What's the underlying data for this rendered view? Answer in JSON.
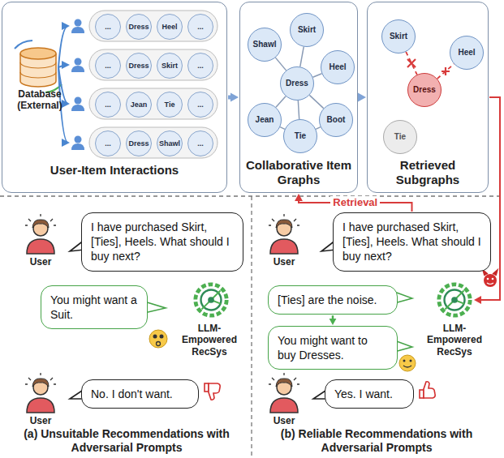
{
  "diagram": {
    "nodes": [
      {
        "text": [
          "User-Item Interactions"
        ]
      },
      {
        "text": [
          "Database (External)"
        ],
        "in": 0
      },
      {
        "text": [
          "..."
        ],
        "in": 0
      },
      {
        "text": [
          "Dress"
        ],
        "in": 0
      },
      {
        "text": [
          "Heel"
        ],
        "in": 0
      },
      {
        "text": [
          "..."
        ],
        "in": 0
      },
      {
        "text": [
          "..."
        ],
        "in": 0
      },
      {
        "text": [
          "Dress"
        ],
        "in": 0
      },
      {
        "text": [
          "Skirt"
        ],
        "in": 0
      },
      {
        "text": [
          "..."
        ],
        "in": 0
      },
      {
        "text": [
          "..."
        ],
        "in": 0
      },
      {
        "text": [
          "Jean"
        ],
        "in": 0
      },
      {
        "text": [
          "Tie"
        ],
        "in": 0
      },
      {
        "text": [
          "..."
        ],
        "in": 0
      },
      {
        "text": [
          "..."
        ],
        "in": 0
      },
      {
        "text": [
          "Dress"
        ],
        "in": 0
      },
      {
        "text": [
          "Shawl"
        ],
        "in": 0
      },
      {
        "text": [
          "..."
        ],
        "in": 0
      },
      {
        "text": [
          "Collaborative Item Graphs"
        ]
      },
      {
        "text": [
          "Shawl"
        ],
        "in": 18
      },
      {
        "text": [
          "Skirt"
        ],
        "in": 18
      },
      {
        "text": [
          "Heel"
        ],
        "in": 18
      },
      {
        "text": [
          "Dress"
        ],
        "in": 18
      },
      {
        "text": [
          "Jean"
        ],
        "in": 18
      },
      {
        "text": [
          "Tie"
        ],
        "in": 18
      },
      {
        "text": [
          "Boot"
        ],
        "in": 18
      },
      {
        "text": [
          "Retrieved Subgraphs"
        ]
      },
      {
        "text": [
          "Skirt"
        ],
        "in": 26
      },
      {
        "text": [
          "Heel"
        ],
        "in": 26
      },
      {
        "text": [
          "Dress"
        ],
        "in": 26
      },
      {
        "text": [
          "Tie"
        ],
        "in": 26
      },
      {
        "text": [
          "I have purchased Skirt, [Ties], Heels. What should I buy next?"
        ]
      },
      {
        "text": [
          "You might want a Suit."
        ]
      },
      {
        "text": [
          "No. I don't want."
        ]
      },
      {
        "text": [
          "I have purchased Skirt, [Ties], Heels. What should I buy next?"
        ]
      },
      {
        "text": [
          "[Ties] are the noise."
        ]
      },
      {
        "text": [
          "You might want to buy Dresses."
        ]
      },
      {
        "text": [
          "Yes. I want."
        ]
      }
    ],
    "edges": [
      {
        "from": 0,
        "to": 18,
        "arrow": "to"
      },
      {
        "from": 18,
        "to": 26,
        "arrow": "to"
      },
      {
        "from": 22,
        "to": 19,
        "arrow": "none"
      },
      {
        "from": 22,
        "to": 20,
        "arrow": "none"
      },
      {
        "from": 22,
        "to": 21,
        "arrow": "none"
      },
      {
        "from": 22,
        "to": 23,
        "arrow": "none"
      },
      {
        "from": 22,
        "to": 24,
        "arrow": "none"
      },
      {
        "from": 22,
        "to": 25,
        "arrow": "none"
      },
      {
        "from": 23,
        "to": 24,
        "arrow": "none"
      },
      {
        "from": 24,
        "to": 25,
        "arrow": "none"
      },
      {
        "from": 27,
        "to": 29,
        "arrow": "none"
      },
      {
        "from": 29,
        "to": 28,
        "arrow": "none"
      },
      {
        "from": 35,
        "to": 36,
        "arrow": "to"
      },
      {
        "from": 34,
        "to": 18,
        "arrow": "to",
        "label": "Retrieval"
      }
    ],
    "labels": [
      "User",
      "LLM-Empowered RecSys",
      "User",
      "(a) Unsuitable Recommendations with Adversarial Prompts",
      "User",
      "LLM-Empowered RecSys",
      "User",
      "(b) Reliable Recommendations with Adversarial Prompts"
    ]
  }
}
